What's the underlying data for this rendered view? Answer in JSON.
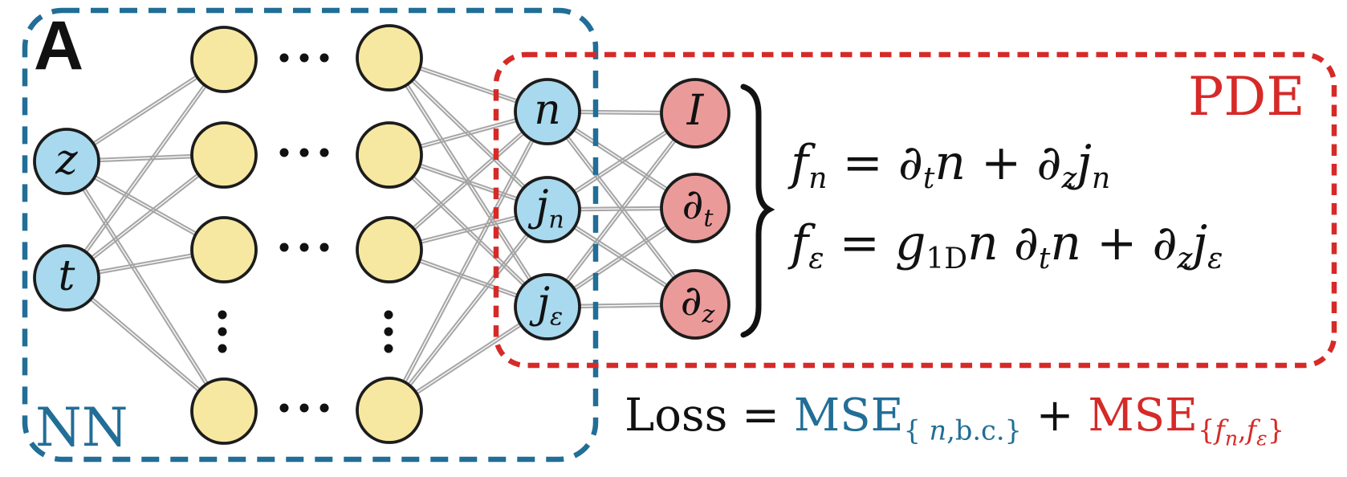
{
  "figure": {
    "panel_label": "A",
    "background": "#ffffff"
  },
  "nn_box": {
    "label": "NN",
    "color": "#216e97"
  },
  "pde_box": {
    "label": "PDE",
    "color": "#d62a28"
  },
  "colors": {
    "input_node_fill": "#a8d9ee",
    "hidden_node_fill": "#f6e8a1",
    "operator_node_fill": "#eb9a9a",
    "node_stroke": "#1c1c1c",
    "edge": "#a3a3a3",
    "dots": "#111111",
    "brace": "#111111",
    "text": "#111111"
  },
  "network": {
    "input_labels": [
      [
        {
          "t": "z"
        }
      ],
      [
        {
          "t": "t"
        }
      ]
    ],
    "output_labels": [
      [
        {
          "t": "n"
        }
      ],
      [
        {
          "t": "j"
        },
        {
          "sub": true,
          "t": "n"
        }
      ],
      [
        {
          "t": "j"
        },
        {
          "sub": true,
          "t": "ε"
        }
      ]
    ],
    "operator_labels": [
      [
        {
          "t": "I"
        }
      ],
      [
        {
          "t": "∂"
        },
        {
          "sub": true,
          "t": "t"
        }
      ],
      [
        {
          "t": "∂"
        },
        {
          "sub": true,
          "t": "z"
        }
      ]
    ],
    "hidden_ellipsis_horizontal": "⋯",
    "hidden_ellipsis_vertical": "⋮"
  },
  "equations": {
    "line1": [
      {
        "t": "f"
      },
      {
        "sub": true,
        "t": "n"
      },
      {
        "t": " = ∂"
      },
      {
        "sub": true,
        "t": "t"
      },
      {
        "t": "n"
      },
      {
        "t": " + ∂"
      },
      {
        "sub": true,
        "t": "z"
      },
      {
        "t": "j"
      },
      {
        "sub": true,
        "t": "n"
      }
    ],
    "line2": [
      {
        "t": "f"
      },
      {
        "sub": true,
        "t": "ε"
      },
      {
        "t": " = g"
      },
      {
        "sub": true,
        "t": "1D",
        "st": "normal"
      },
      {
        "t": "n"
      },
      {
        "t": " ∂"
      },
      {
        "sub": true,
        "t": "t"
      },
      {
        "t": "n"
      },
      {
        "t": " + ∂"
      },
      {
        "sub": true,
        "t": "z"
      },
      {
        "t": "j"
      },
      {
        "sub": true,
        "t": "ε"
      }
    ]
  },
  "loss": [
    {
      "t": "Loss = "
    },
    {
      "t": "MSE",
      "c": "#216e97"
    },
    {
      "sub": true,
      "c": "#216e97",
      "s": [
        {
          "t": "{ "
        },
        {
          "t": "n",
          "st": "italic"
        },
        {
          "t": ",b.c.}"
        }
      ]
    },
    {
      "t": " + "
    },
    {
      "t": "MSE",
      "c": "#d62a28"
    },
    {
      "sub": true,
      "c": "#d62a28",
      "s": [
        {
          "t": "{"
        },
        {
          "t": "f",
          "st": "italic"
        },
        {
          "sub": true,
          "t": "n",
          "st": "italic"
        },
        {
          "t": ","
        },
        {
          "t": "f",
          "st": "italic"
        },
        {
          "sub": true,
          "t": "ε",
          "st": "italic"
        },
        {
          "t": "}"
        }
      ]
    }
  ]
}
